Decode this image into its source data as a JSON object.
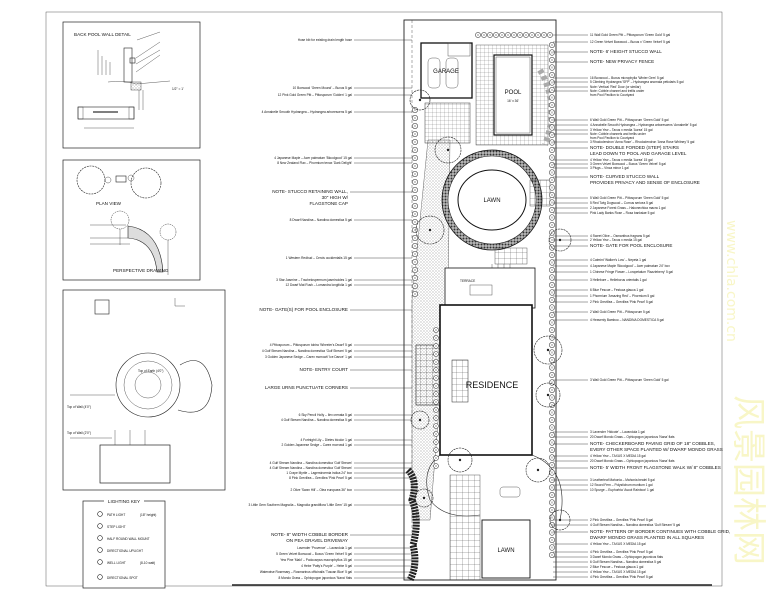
{
  "detail_panels": {
    "wall_detail_title": "BACK POOL WALL DETAIL",
    "plan_view_title": "PLAN VIEW",
    "perspective_title": "PERSPECTIVE DRAWING",
    "top_of_wall_1": "Top of Wall (4'0\")",
    "top_of_wall_2": "Top of Earth (4'0\")",
    "top_of_wall_3": "Top of Wall (2'0\")",
    "scale": "1/2\" = 1'"
  },
  "lighting_key": {
    "title": "LIGHTING KEY",
    "items": [
      {
        "icon": "path-light-icon",
        "label": "PATH LIGHT",
        "note": "(18\" height)"
      },
      {
        "icon": "step-light-icon",
        "label": "STEP LIGHT",
        "note": ""
      },
      {
        "icon": "half-round-wall-mount-icon",
        "label": "HALF ROUND WALL MOUNT",
        "note": ""
      },
      {
        "icon": "directional-uplight-icon",
        "label": "DIRECTIONAL UPLIGHT",
        "note": ""
      },
      {
        "icon": "well-light-icon",
        "label": "WELL LIGHT",
        "note": "(8-10 watt)"
      },
      {
        "icon": "directional-spot-icon",
        "label": "DIRECTIONAL SPOT",
        "note": ""
      }
    ]
  },
  "plan": {
    "garage": "GARAGE",
    "pool": "POOL",
    "pool_size": "16' x 36'",
    "lawn_top": "LAWN",
    "terrace": "TERRACE",
    "residence": "RESIDENCE",
    "lawn_bottom": "LAWN"
  },
  "left_labels": [
    "Hose bib for existing drain length hose",
    "10 Boxwood 'Green Mound' – Buxus 5 gal",
    "12 Pink Gold Green Pitt – Pittosporum 'Golden' 1 gal",
    "4 Annabelle Smooth Hydrangea – Hydrangea arborescens 5 gal",
    "4 Japanese Maple – Acer palmatum 'Bloodgood' 15 gal",
    "8 New Zealand Flax – Phormium tenax 'Dark Delight'",
    "NOTE- STUCCO RETAINING WALL,",
    "30\" HIGH W/",
    "FLAGSTONE CAP",
    "8 Dwarf Nandina – Nandina domestica 5 gal",
    "1 Western Redbud – Cercis occidentalis 15 gal",
    "3 Star Jasmine – Trachelospermum jasminoides 1 gal",
    "12 Dwarf Mat Rush – Lomandra longifolia 1 gal",
    "NOTE- GATE(S) FOR POOL ENCLOSURE",
    "4 Pittosporum – Pittosporum tobira 'Wheeler's Dwarf' 5 gal",
    "4 Gulf Stream Nandina – Nandina domestica 'Gulf Stream' 5 gal",
    "3 Golden Japanese Sedge – Carex morrowii 'Ice Dance' 1 gal",
    "NOTE- ENTRY COURT",
    "LARGE URNS PUNCTUATE CORNERS",
    "6 Sky Pencil Holly – Ilex crenata 5 gal",
    "4 Gulf Stream Nandina – Nandina domestica 5 gal",
    "4 Fortnight Lily – Dietes bicolor 1 gal",
    "2 Golden Japanese Sedge – Carex morrowii 1 gal",
    "4 Gulf Stream Nandina – Nandina domestica 'Gulf Stream'",
    "4 Gulf Stream Nandina – Nandina domestica 'Gulf Stream'",
    "1 Crape Myrtle – Lagerstroemia indica 24\" box",
    "8 Pink Grevillea – Grevillea 'Pink Pearl' 5 gal",
    "2 Olive 'Swan Hill' – Olea europaea 36\" box",
    "3 Little Gem Southern Magnolia – Magnolia grandiflora 'Little Gem' 15 gal",
    "NOTE- 8\" WIDTH COBBLE BORDER",
    "ON PEA GRAVEL DRIVEWAY",
    "Lavender 'Provence' – Lavandula 1 gal",
    "5 Green Velvet Boxwood – Buxus 'Green Velvet' 5 gal",
    "Yew Pine 'Maki' – Podocarpus macrophyllus 15 gal",
    "4 Hebe 'Patty's Purple' – Hebe 5 gal",
    "Waterwise Rosemary – Rosmarinus officinalis 'Tuscan Blue' 5 gal",
    "8 Mondo Grass – Ophiopogon japonicus 'Nana' flats"
  ],
  "right_labels": [
    "11 Wall Gold Green Pitt – Pittosporum 'Green Gold' 5 gal",
    "12 Green Velvet Boxwood – Buxus x 'Green Velvet' 5 gal",
    "NOTE- 6' HEIGHT STUCCO WALL",
    "NOTE- NEW PRIVACY FENCE",
    "16 Boxwood – Buxus microphylla 'Winter Gem' 5 gal",
    "5 Climbing Hydrangea 'SFP' – Hydrangea anomala petiolaris 5 gal",
    "Note: Vertical 'Red' Door (or similar)",
    "Note: Cobble channel and trellis under",
    "from Pool Pavilion to Courtyard",
    "6 Wall Gold Green Pitt – Pittosporum 'Green Gold' 5 gal",
    "4 Annabelle Smooth Hydrangea – Hydrangea arborescens 'Annabelle' 5 gal",
    "3 Yellow Yew – Taxus x media 'Aurea' 15 gal",
    "Note: Cobble channels and trellis under",
    "from Pool Pavilion to Courtyard",
    "3 Rhododendron 'Anna Rose' – Rhododendron 'Anna Rose Whitney' 5 gal",
    "NOTE- DOUBLE FORDED (STEP) STAIRS",
    "LEAD DOWN TO POOL AND GARAGE LEVEL",
    "4 Yellow Yew – Taxus x media 'Aurea' 15 gal",
    "3 Green Velvet Boxwood – Buxus 'Green Velvet' 5 gal",
    "3 Plugs – Vinca minor 1 gal",
    "NOTE- CURVED STUCCO WALL",
    "PROVIDES PRIVACY AND SENSE OF ENCLOSURE",
    "5 Wall Gold Green Pitt – Pittosporum 'Green Gold' 5 gal",
    "5 Red Twig Dogwood – Cornus sericea 5 gal",
    "2 Japanese Forest Grass – Hakonechloa macra 1 gal",
    "Pink Lady Banks Rose – Rosa banksiae 5 gal",
    "4 Sweet Olive – Osmanthus fragrans 5 gal",
    "2 Yellow Yew – Taxus x media 15 gal",
    "NOTE- GATE FOR POOL ENCLOSURE",
    "4 Catmint 'Walker's Low' – Nepeta 1 gal",
    "4 Japanese Maple 'Bloodgood' – Acer palmatum 24\" box",
    "1 Chinese Fringe Flower – Loropetalum 'Razzleberry' 5 gal",
    "3 Hellebore – Helleborus orientalis 1 gal",
    "6 Blue Fescue – Festuca glauca 1 gal",
    "1 Phormium 'Amazing Red' – Phormium 5 gal",
    "2 Pink Grevillea – Grevillea 'Pink Pearl' 5 gal",
    "2 Wall Gold Green Pitt – Pittosporum 5 gal",
    "4 Heavenly Bamboo – NANDINA DOMESTICA 5 gal",
    "3 Wall Gold Green Pitt – Pittosporum 'Green Gold' 5 gal",
    "3 Lavender 'Hidcote' – Lavandula 1 gal",
    "20 Dwarf Mondo Grass – Ophiopogon japonicus 'Nana' flats",
    "NOTE- CHECKERBOARD PAVING GRID OF 18\" COBBLES,",
    "EVERY OTHER SPACE PLANTED W/ DWARF MONDO GRASS",
    "4 Yellow Yew – TAXUS X MEDIA 15 gal",
    "20 Dwarf Mondo Grass – Ophiopogon japonicus 'Nana' flats",
    "NOTE- 5' WIDTH FRONT FLAGSTONE WALK W/ 8\" COBBLES",
    "3 Leatherleaf Mahonia – Mahonia bealei 5 gal",
    "12 Sword Fern – Polystichum munitum 1 gal",
    "10 Spurge – Euphorbia 'Ascot Rainbow' 1 gal",
    "2 Pink Grevillea – Grevillea 'Pink Pearl' 5 gal",
    "4 Gulf Stream Nandina – Nandina domestica 'Gulf Stream' 5 gal",
    "NOTE- PATTERN OF BORDER CONTINUES WITH COBBLE GRID,",
    "DWARF MONDO GRASS PLANTED IN ALL SQUARES",
    "4 Yellow Yew – TAXUS X MEDIA 15 gal",
    "4 Pink Grevillea – Grevillea 'Pink Pearl' 5 gal",
    "3 Dwarf Mondo Grass – Ophiopogon japonicus flats",
    "6 Gulf Stream Nandina – Nandina domestica 5 gal",
    "2 Blue Fescue – Festuca glauca 1 gal",
    "4 Yellow Yew – TAXUS X MEDIA 15 gal",
    "4 Pink Grevillea – Grevillea 'Pink Pearl' 5 gal"
  ],
  "watermark": {
    "line1": "风景园林网",
    "line2": "www.chla.com.cn"
  },
  "colors": {
    "ink": "#111111",
    "watermark": "#f3ef9a"
  }
}
